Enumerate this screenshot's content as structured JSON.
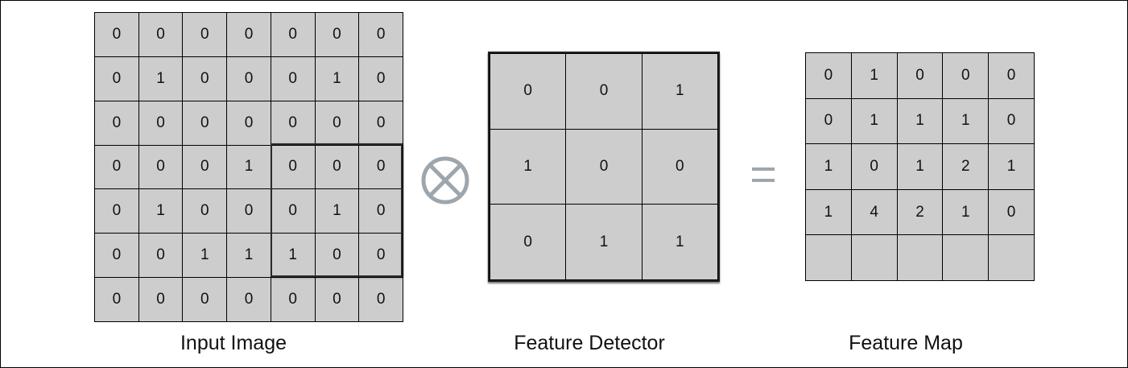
{
  "input_image": {
    "label": "Input Image",
    "rows": [
      [
        "0",
        "0",
        "0",
        "0",
        "0",
        "0",
        "0"
      ],
      [
        "0",
        "1",
        "0",
        "0",
        "0",
        "1",
        "0"
      ],
      [
        "0",
        "0",
        "0",
        "0",
        "0",
        "0",
        "0"
      ],
      [
        "0",
        "0",
        "0",
        "1",
        "0",
        "0",
        "0"
      ],
      [
        "0",
        "1",
        "0",
        "0",
        "0",
        "1",
        "0"
      ],
      [
        "0",
        "0",
        "1",
        "1",
        "1",
        "0",
        "0"
      ],
      [
        "0",
        "0",
        "0",
        "0",
        "0",
        "0",
        "0"
      ]
    ]
  },
  "feature_detector": {
    "label": "Feature Detector",
    "rows": [
      [
        "0",
        "0",
        "1"
      ],
      [
        "1",
        "0",
        "0"
      ],
      [
        "0",
        "1",
        "1"
      ]
    ]
  },
  "feature_map": {
    "label": "Feature Map",
    "rows": [
      [
        "0",
        "1",
        "0",
        "0",
        "0"
      ],
      [
        "0",
        "1",
        "1",
        "1",
        "0"
      ],
      [
        "1",
        "0",
        "1",
        "2",
        "1"
      ],
      [
        "1",
        "4",
        "2",
        "1",
        "0"
      ],
      [
        "",
        "",
        "",
        "",
        ""
      ]
    ]
  },
  "operators": {
    "convolve_icon": "circle-times-icon",
    "equals_icon": "equals-icon"
  },
  "colors": {
    "cell_fill": "#cdcdcd",
    "grid_line": "#000000",
    "operator": "#9ea6ad"
  }
}
